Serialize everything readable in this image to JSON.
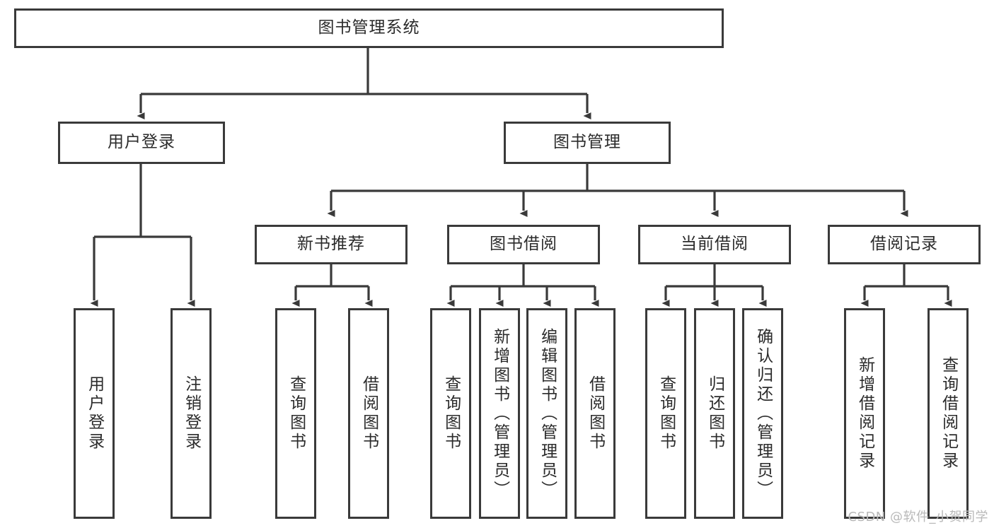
{
  "diagram": {
    "type": "tree-hierarchy",
    "orientation": "top-down",
    "root": {
      "id": "root",
      "label": "图书管理系统"
    },
    "level2": [
      {
        "id": "user-login",
        "label": "用户登录"
      },
      {
        "id": "book-management",
        "label": "图书管理"
      }
    ],
    "level3": [
      {
        "id": "new-book-recommend",
        "label": "新书推荐",
        "parent": "book-management"
      },
      {
        "id": "book-borrow",
        "label": "图书借阅",
        "parent": "book-management"
      },
      {
        "id": "current-borrow",
        "label": "当前借阅",
        "parent": "book-management"
      },
      {
        "id": "borrow-record",
        "label": "借阅记录",
        "parent": "book-management"
      }
    ],
    "leaves": {
      "user_login": [
        {
          "id": "leaf-user-login",
          "label": "用户登录"
        },
        {
          "id": "leaf-logout-login",
          "label": "注销登录"
        }
      ],
      "new_book_recommend": [
        {
          "id": "leaf-query-book-1",
          "label": "查询图书"
        },
        {
          "id": "leaf-borrow-book-1",
          "label": "借阅图书"
        }
      ],
      "book_borrow": [
        {
          "id": "leaf-query-book-2",
          "label": "查询图书"
        },
        {
          "id": "leaf-add-book",
          "label": "新增图书（管理员）"
        },
        {
          "id": "leaf-edit-book",
          "label": "编辑图书（管理员）"
        },
        {
          "id": "leaf-borrow-book-2",
          "label": "借阅图书"
        }
      ],
      "current_borrow": [
        {
          "id": "leaf-query-book-3",
          "label": "查询图书"
        },
        {
          "id": "leaf-return-book",
          "label": "归还图书"
        },
        {
          "id": "leaf-confirm-return",
          "label": "确认归还（管理员）"
        }
      ],
      "borrow_record": [
        {
          "id": "leaf-add-record",
          "label": "新增借阅记录"
        },
        {
          "id": "leaf-query-record",
          "label": "查询借阅记录"
        }
      ]
    },
    "colors": {
      "stroke": "#3a3a3a",
      "fill": "#ffffff",
      "text": "#2b2b2b",
      "watermark": "#b9b9b9"
    }
  },
  "watermark": {
    "text": "CSDN @软件_小贺同学"
  }
}
